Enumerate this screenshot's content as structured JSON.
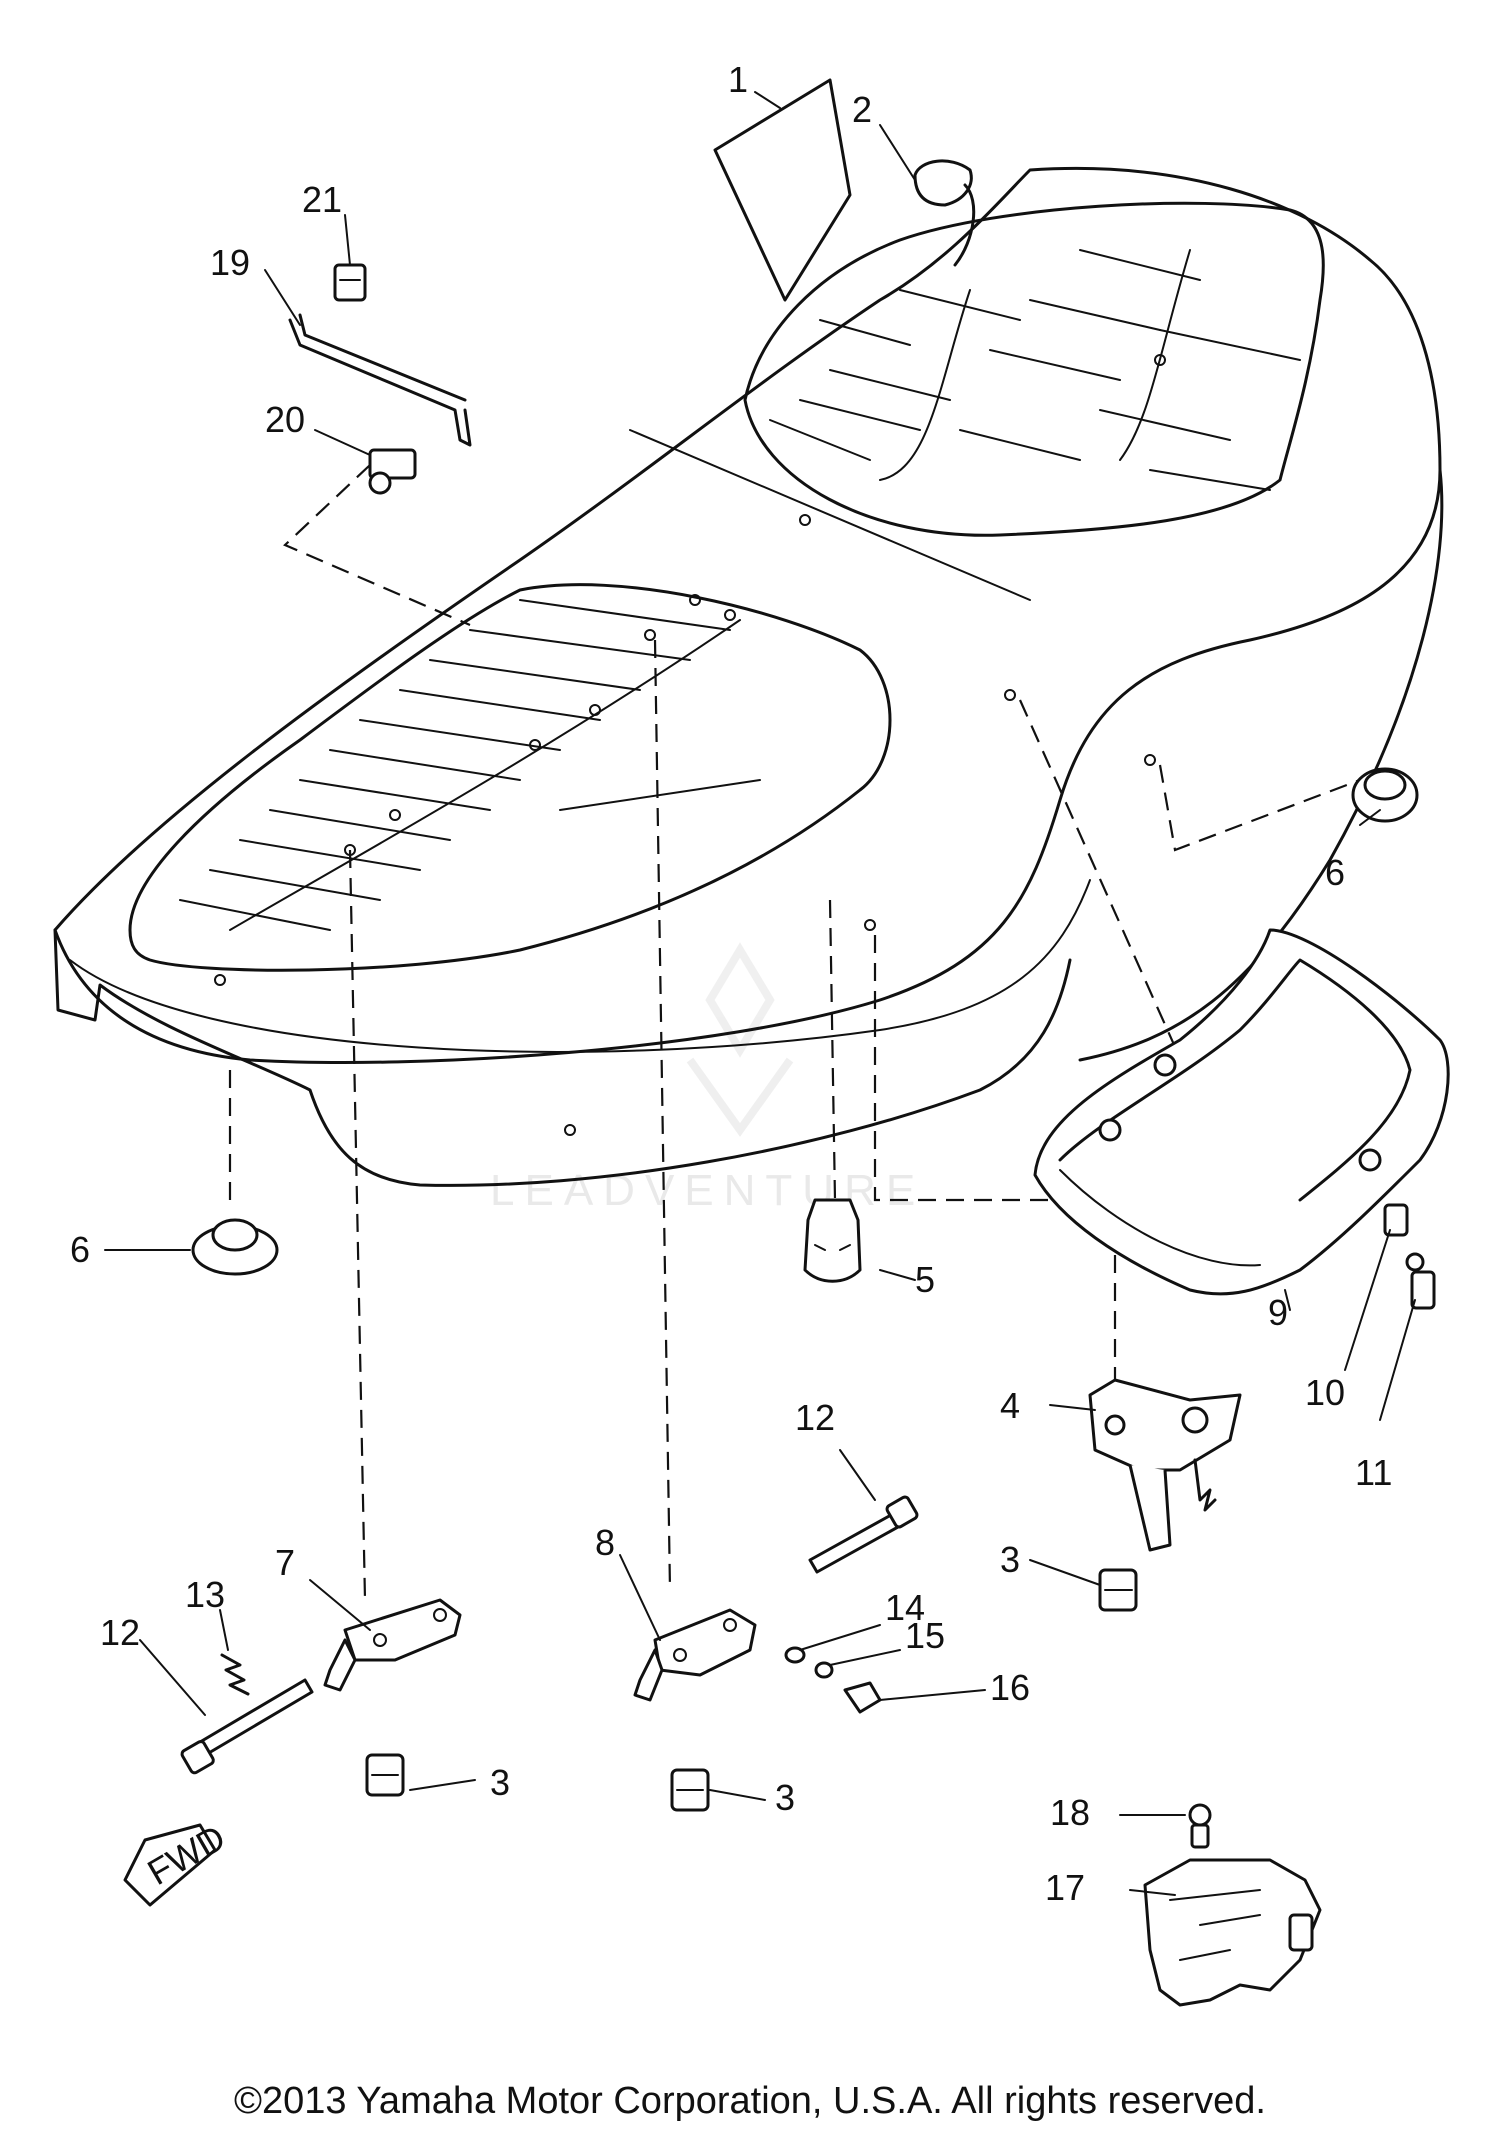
{
  "callouts": [
    {
      "id": "c1",
      "num": "1"
    },
    {
      "id": "c2",
      "num": "2"
    },
    {
      "id": "c3a",
      "num": "3"
    },
    {
      "id": "c3b",
      "num": "3"
    },
    {
      "id": "c3c",
      "num": "3"
    },
    {
      "id": "c4",
      "num": "4"
    },
    {
      "id": "c5",
      "num": "5"
    },
    {
      "id": "c6a",
      "num": "6"
    },
    {
      "id": "c6b",
      "num": "6"
    },
    {
      "id": "c7",
      "num": "7"
    },
    {
      "id": "c8",
      "num": "8"
    },
    {
      "id": "c9",
      "num": "9"
    },
    {
      "id": "c10",
      "num": "10"
    },
    {
      "id": "c11",
      "num": "11"
    },
    {
      "id": "c12a",
      "num": "12"
    },
    {
      "id": "c12b",
      "num": "12"
    },
    {
      "id": "c13",
      "num": "13"
    },
    {
      "id": "c14",
      "num": "14"
    },
    {
      "id": "c15",
      "num": "15"
    },
    {
      "id": "c16",
      "num": "16"
    },
    {
      "id": "c17",
      "num": "17"
    },
    {
      "id": "c18",
      "num": "18"
    },
    {
      "id": "c19",
      "num": "19"
    },
    {
      "id": "c20",
      "num": "20"
    },
    {
      "id": "c21",
      "num": "21"
    }
  ],
  "fwd_label": "FWD",
  "watermark": "LEADVENTURE",
  "copyright": "©2013 Yamaha Motor Corporation, U.S.A. All rights reserved."
}
